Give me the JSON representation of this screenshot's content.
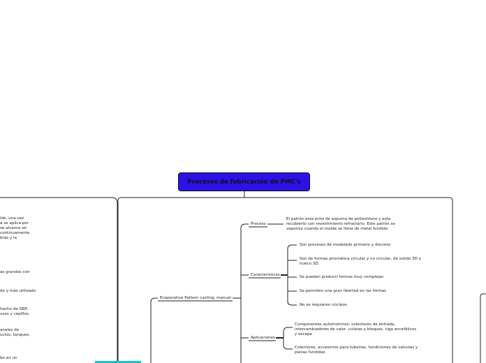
{
  "root": {
    "title": "Procesos de fabricación de PMC's"
  },
  "left_fragments": [
    "lde, una vez",
    "a se aplica por",
    "se alcance en",
    "continuamente",
    "bras y la",
    "as grandes con",
    "do y más utilizado",
    "hecho de GRP,",
    "usos y cepillos.",
    "aneles de",
    "uctos, tanques,",
    "bo en un"
  ],
  "branch": {
    "label": "Evaporative Pattern casting, manual",
    "proceso": {
      "label": "Proceso",
      "lines": [
        "El patrón esta echo de espuma de poliestireno y esta",
        "recubierto con revestimiento refractario. Este patrón se",
        "vaporiza cuando el molde se llena de metal fundido"
      ]
    },
    "caracteristicas": {
      "label": "Características",
      "items": [
        "Son procesos de modelado primario y discreto",
        "Son de formas prismática circular y no circular, de solido 3D y",
        "hueco 3D.",
        "Se pueden producir formas muy complejas",
        "Se permiten una gran libertad en las formas",
        "No se requieren núcleos"
      ]
    },
    "aplicaciones": {
      "label": "Aplicaciones",
      "items": [
        "Componentes automotrices: colectores de entrada,",
        "intercambiadores de calor, culatas y bloques, ciga encefálicos",
        "y escape",
        "Colectores, accesorios para tuberías, fundiciones de valvulas y",
        "piezas fundidas"
      ]
    }
  },
  "colors": {
    "root_fill": "#2b12e6",
    "line": "#222222",
    "accent": "#19c6c6"
  }
}
